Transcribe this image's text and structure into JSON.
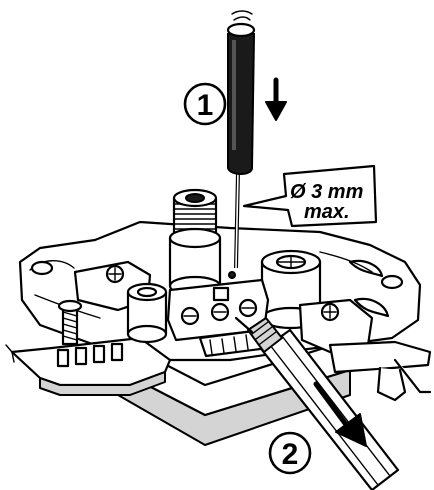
{
  "steps": [
    {
      "number": "1",
      "icon": "screwdriver-icon"
    },
    {
      "number": "2",
      "icon": "coax-cable-icon"
    }
  ],
  "callout": {
    "line1": "Ø 3 mm",
    "line2": "max."
  },
  "colors": {
    "outline": "#000000",
    "fill": "#ffffff",
    "shade": "#d4d4d4",
    "tool": "#1a1a1a"
  }
}
